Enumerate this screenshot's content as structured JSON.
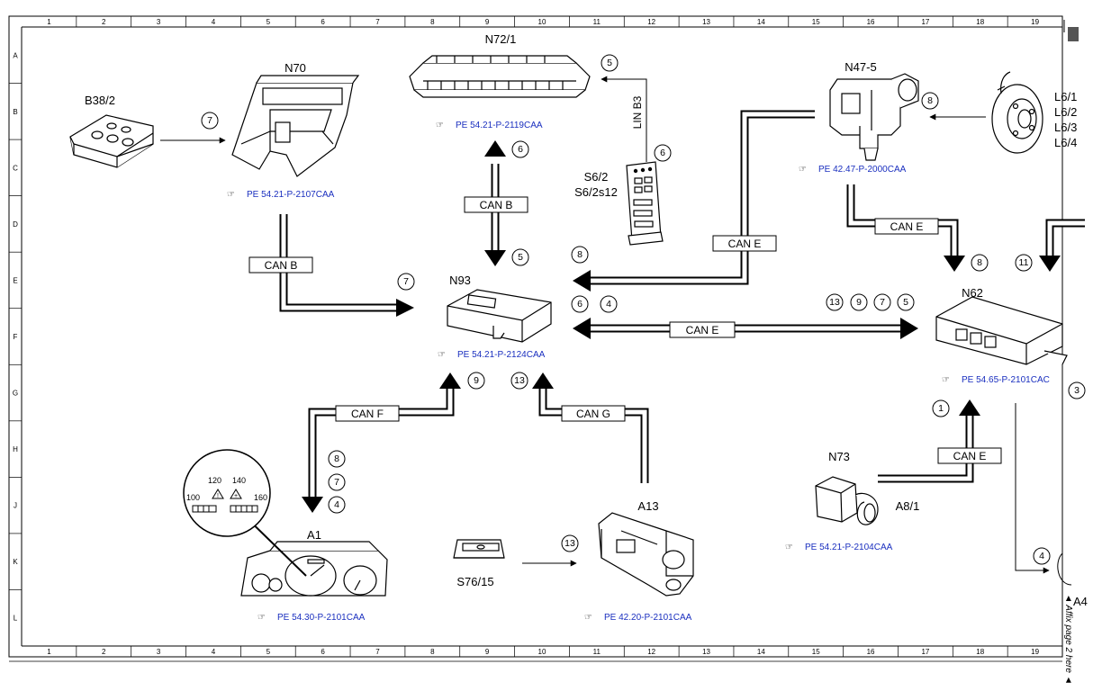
{
  "frame": {
    "col_labels": [
      "1",
      "2",
      "3",
      "4",
      "5",
      "6",
      "7",
      "8",
      "9",
      "10",
      "11",
      "12",
      "13",
      "14",
      "15",
      "16",
      "17",
      "18",
      "19"
    ],
    "row_labels": [
      "A",
      "B",
      "C",
      "D",
      "E",
      "F",
      "G",
      "H",
      "J",
      "K",
      "L"
    ],
    "affix_note": "◄ Affix page 2 here ◄"
  },
  "components": {
    "b38_2": "B38/2",
    "n70": "N70",
    "n72_1": "N72/1",
    "n47_5": "N47-5",
    "l6": [
      "L6/1",
      "L6/2",
      "L6/3",
      "L6/4"
    ],
    "s6_2": "S6/2",
    "s6_2s12": "S6/2s12",
    "n93": "N93",
    "n62": "N62",
    "a1": "A1",
    "a13": "A13",
    "s76_15": "S76/15",
    "n73": "N73",
    "a8_1": "A8/1",
    "a4_partial": "A4"
  },
  "references": {
    "n70": "PE 54.21-P-2107CAA",
    "n72_1": "PE 54.21-P-2119CAA",
    "n47_5": "PE 42.47-P-2000CAA",
    "n93": "PE 54.21-P-2124CAA",
    "n62": "PE 54.65-P-2101CAC",
    "a1": "PE 54.30-P-2101CAA",
    "a13": "PE 42.20-P-2101CAA",
    "n73": "PE 54.21-P-2104CAA"
  },
  "buses": {
    "can_b_1": "CAN B",
    "can_b_2": "CAN B",
    "can_e_1": "CAN E",
    "can_e_2": "CAN E",
    "can_e_3": "CAN E",
    "can_e_4": "CAN E",
    "can_f": "CAN F",
    "can_g": "CAN G",
    "lin_b3": "LIN B3"
  },
  "gauge_detail": {
    "marks": [
      "100",
      "120",
      "140",
      "160"
    ]
  },
  "signals": {
    "b38_7": "7",
    "n72_5": "5",
    "s6_6": "6",
    "canb_6": "6",
    "canb_5": "5",
    "n47_8": "8",
    "e_8": "8",
    "n93_7": "7",
    "n93_6": "6",
    "n93_4": "4",
    "n62_13": "13",
    "n62_9": "9",
    "n62_7": "7",
    "n62_5": "5",
    "n62_8": "8",
    "n62_11": "11",
    "g_9": "9",
    "g_13": "13",
    "n62_3": "3",
    "a1_8": "8",
    "a1_7": "7",
    "a1_4": "4",
    "s76_13": "13",
    "n73_1": "1",
    "a4_4": "4"
  }
}
